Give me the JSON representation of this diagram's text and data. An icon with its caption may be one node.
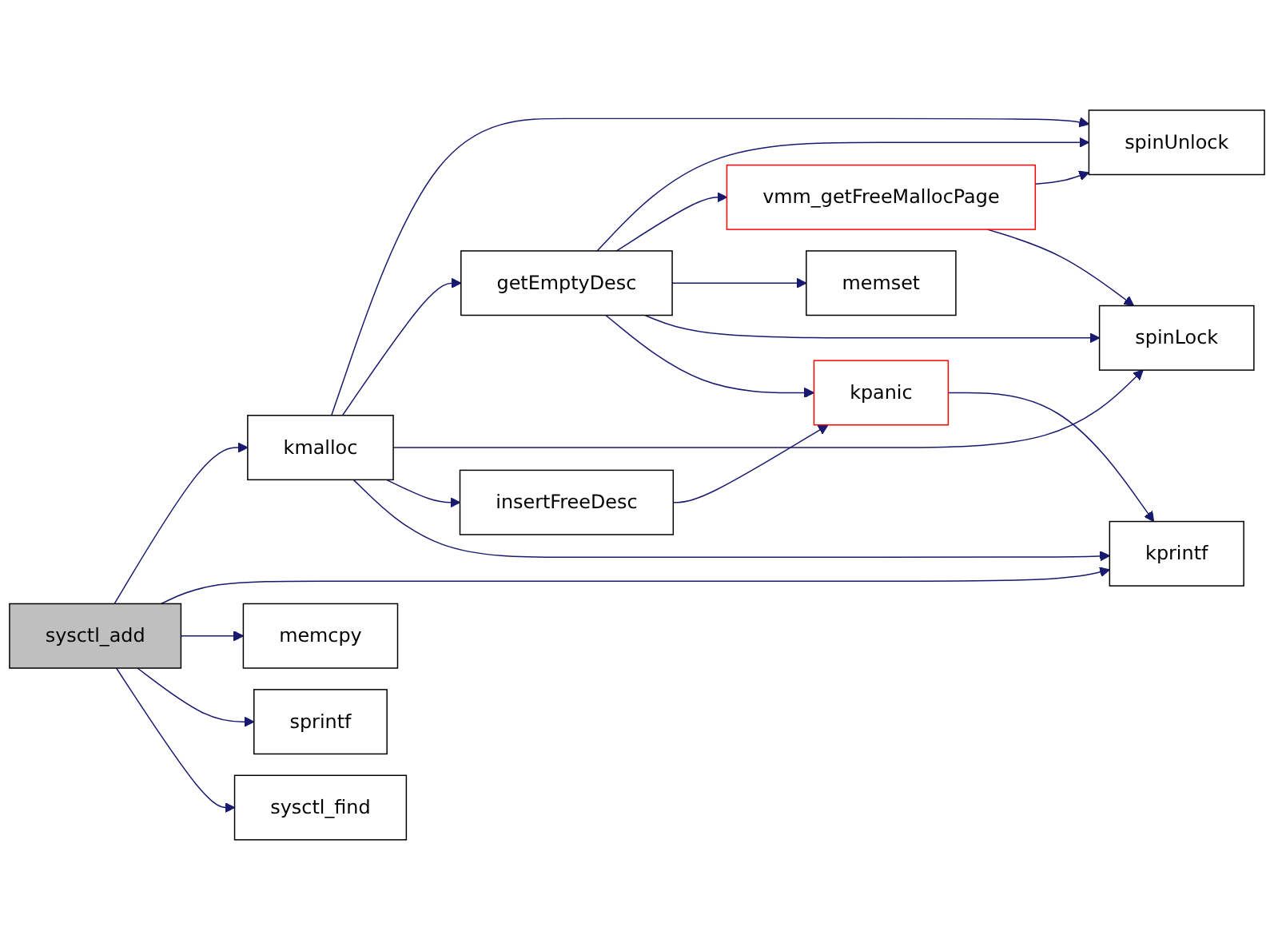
{
  "diagram": {
    "nodes": [
      {
        "text": [
          "sysctl_add"
        ]
      },
      {
        "text": [
          "kmalloc"
        ]
      },
      {
        "text": [
          "memcpy"
        ]
      },
      {
        "text": [
          "sprintf"
        ]
      },
      {
        "text": [
          "sysctl_find"
        ]
      },
      {
        "text": [
          "getEmptyDesc"
        ]
      },
      {
        "text": [
          "insertFreeDesc"
        ]
      },
      {
        "text": [
          "vmm_getFreeMallocPage"
        ]
      },
      {
        "text": [
          "memset"
        ]
      },
      {
        "text": [
          "spinUnlock"
        ]
      },
      {
        "text": [
          "spinLock"
        ]
      },
      {
        "text": [
          "kpanic"
        ]
      },
      {
        "text": [
          "kprintf"
        ]
      }
    ],
    "edges": [
      {
        "from": 0,
        "to": 1,
        "arrow": "to"
      },
      {
        "from": 0,
        "to": 12,
        "arrow": "to"
      },
      {
        "from": 0,
        "to": 2,
        "arrow": "to"
      },
      {
        "from": 0,
        "to": 3,
        "arrow": "to"
      },
      {
        "from": 0,
        "to": 4,
        "arrow": "to"
      },
      {
        "from": 1,
        "to": 9,
        "arrow": "to"
      },
      {
        "from": 1,
        "to": 5,
        "arrow": "to"
      },
      {
        "from": 1,
        "to": 10,
        "arrow": "to"
      },
      {
        "from": 1,
        "to": 6,
        "arrow": "to"
      },
      {
        "from": 1,
        "to": 12,
        "arrow": "to"
      },
      {
        "from": 5,
        "to": 9,
        "arrow": "to"
      },
      {
        "from": 5,
        "to": 7,
        "arrow": "to"
      },
      {
        "from": 5,
        "to": 8,
        "arrow": "to"
      },
      {
        "from": 5,
        "to": 10,
        "arrow": "to"
      },
      {
        "from": 5,
        "to": 11,
        "arrow": "to"
      },
      {
        "from": 7,
        "to": 9,
        "arrow": "to"
      },
      {
        "from": 7,
        "to": 10,
        "arrow": "to"
      },
      {
        "from": 6,
        "to": 11,
        "arrow": "to"
      },
      {
        "from": 11,
        "to": 12,
        "arrow": "to"
      }
    ]
  }
}
